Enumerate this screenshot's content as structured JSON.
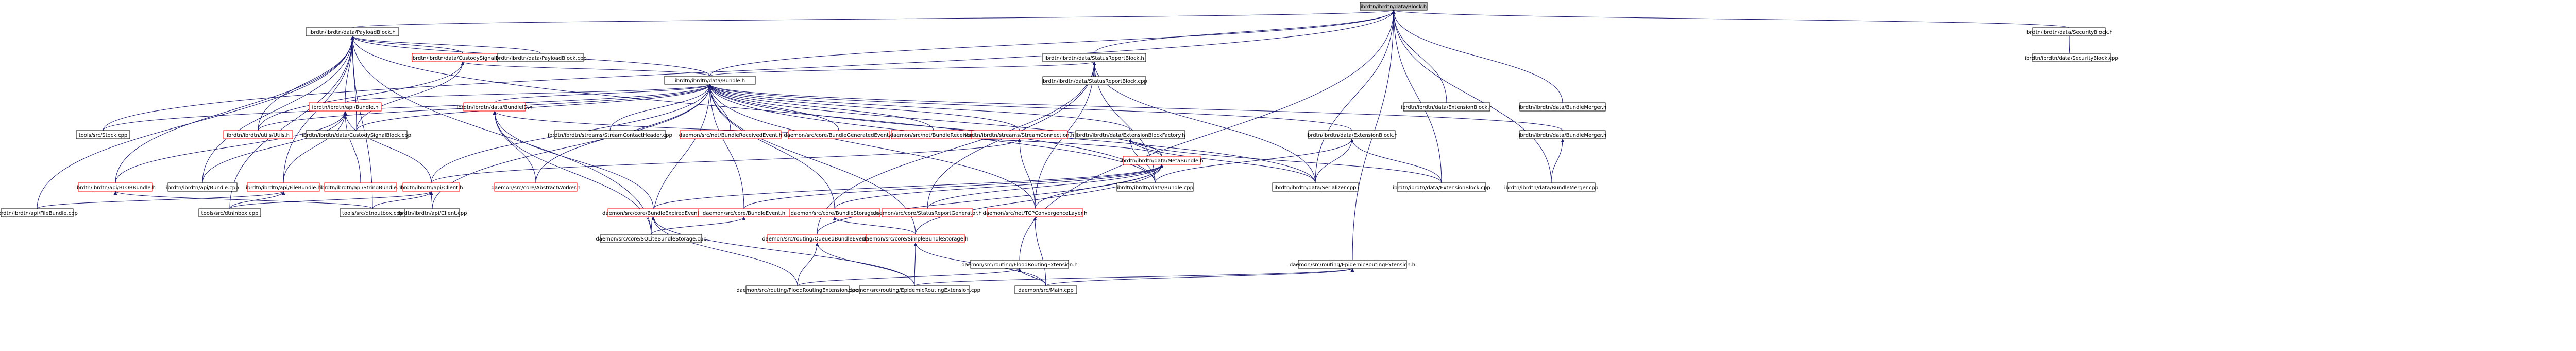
{
  "graph": {
    "title": "ibrdtn/ibrdtn/data/Block.h include dependency graph",
    "colors": {
      "edge": "#191970",
      "root_fill": "#c0c0c0",
      "node_fill": "#ffffff",
      "border": "#000000",
      "incomplete_border": "#ff0000"
    },
    "nodes": [
      {
        "id": "n0",
        "label": "ibrdtn/ibrdtn/data/Block.h",
        "root": true
      },
      {
        "id": "n1",
        "label": "ibrdtn/ibrdtn/data/PayloadBlock.h"
      },
      {
        "id": "n2",
        "label": "ibrdtn/ibrdtn/data/StatusReportBlock.h"
      },
      {
        "id": "n3",
        "label": "ibrdtn/ibrdtn/data/SecurityBlock.h"
      },
      {
        "id": "n4",
        "label": "ibrdtn/ibrdtn/data/SecurityBlock.cpp"
      },
      {
        "id": "n5",
        "label": "ibrdtn/ibrdtn/data/CustodySignalBlock.h",
        "red": true
      },
      {
        "id": "n6",
        "label": "ibrdtn/ibrdtn/data/PayloadBlock.cpp"
      },
      {
        "id": "n7",
        "label": "ibrdtn/ibrdtn/data/StatusReportBlock.cpp"
      },
      {
        "id": "n8",
        "label": "ibrdtn/ibrdtn/data/Bundle.h"
      },
      {
        "id": "n9",
        "label": "ibrdtn/ibrdtn/data/ExtensionBlock.h"
      },
      {
        "id": "n10",
        "label": "ibrdtn/ibrdtn/data/BundleMerger.h"
      },
      {
        "id": "n11",
        "label": "tools/src/Stock.cpp"
      },
      {
        "id": "n12",
        "label": "ibrdtn/ibrdtn/utils/Utils.h",
        "red": true
      },
      {
        "id": "n13",
        "label": "ibrdtn/ibrdtn/data/CustodySignalBlock.cpp"
      },
      {
        "id": "n14",
        "label": "ibrdtn/ibrdtn/api/Bundle.h",
        "red": true
      },
      {
        "id": "n15",
        "label": "ibrdtn/ibrdtn/data/BundleID.h",
        "red": true
      },
      {
        "id": "n16",
        "label": "ibrdtn/ibrdtn/streams/StreamContactHeader.cpp"
      },
      {
        "id": "n17",
        "label": "daemon/src/net/BundleReceivedEvent.h",
        "red": true
      },
      {
        "id": "n18",
        "label": "daemon/src/core/BundleGeneratedEvent.h",
        "red": true
      },
      {
        "id": "n19",
        "label": "daemon/src/net/BundleReceiver.h",
        "red": true
      },
      {
        "id": "n20",
        "label": "ibrdtn/ibrdtn/streams/StreamConnection.h",
        "red": true
      },
      {
        "id": "n21",
        "label": "ibrdtn/ibrdtn/data/ExtensionBlockFactory.h"
      },
      {
        "id": "n22",
        "label": "ibrdtn/ibrdtn/data/ExtensionBlock.h"
      },
      {
        "id": "n23",
        "label": "ibrdtn/ibrdtn/data/BundleMerger.h"
      },
      {
        "id": "n24",
        "label": "ibrdtn/ibrdtn/api/BLOBBundle.h",
        "red": true
      },
      {
        "id": "n25",
        "label": "ibrdtn/ibrdtn/api/Bundle.cpp"
      },
      {
        "id": "n26",
        "label": "ibrdtn/ibrdtn/api/FileBundle.h",
        "red": true
      },
      {
        "id": "n27",
        "label": "ibrdtn/ibrdtn/api/StringBundle.h",
        "red": true
      },
      {
        "id": "n28",
        "label": "ibrdtn/ibrdtn/api/Client.h",
        "red": true
      },
      {
        "id": "n29",
        "label": "daemon/src/core/AbstractWorker.h",
        "red": true
      },
      {
        "id": "n30",
        "label": "ibrdtn/ibrdtn/data/MetaBundle.h",
        "red": true
      },
      {
        "id": "n31",
        "label": "ibrdtn/ibrdtn/data/Bundle.cpp"
      },
      {
        "id": "n32",
        "label": "ibrdtn/ibrdtn/data/Serializer.cpp"
      },
      {
        "id": "n33",
        "label": "ibrdtn/ibrdtn/data/ExtensionBlock.cpp"
      },
      {
        "id": "n34",
        "label": "ibrdtn/ibrdtn/data/BundleMerger.cpp"
      },
      {
        "id": "n35",
        "label": "ibrdtn/ibrdtn/api/FileBundle.cpp"
      },
      {
        "id": "n36",
        "label": "tools/src/dtninbox.cpp"
      },
      {
        "id": "n37",
        "label": "tools/src/dtnoutbox.cpp"
      },
      {
        "id": "n38",
        "label": "ibrdtn/ibrdtn/api/Client.cpp"
      },
      {
        "id": "n39",
        "label": "daemon/src/core/BundleExpiredEvent.h",
        "red": true
      },
      {
        "id": "n40",
        "label": "daemon/src/core/BundleEvent.h",
        "red": true
      },
      {
        "id": "n41",
        "label": "daemon/src/core/BundleStorage.h",
        "red": true
      },
      {
        "id": "n42",
        "label": "daemon/src/core/StatusReportGenerator.h",
        "red": true
      },
      {
        "id": "n43",
        "label": "daemon/src/net/TCPConvergenceLayer.h",
        "red": true
      },
      {
        "id": "n44",
        "label": "daemon/src/core/SQLiteBundleStorage.cpp"
      },
      {
        "id": "n45",
        "label": "daemon/src/routing/QueuedBundleEvent.h",
        "red": true
      },
      {
        "id": "n46",
        "label": "daemon/src/core/SimpleBundleStorage.h",
        "red": true
      },
      {
        "id": "n47",
        "label": "daemon/src/routing/FloodRoutingExtension.h"
      },
      {
        "id": "n48",
        "label": "daemon/src/routing/EpidemicRoutingExtension.h"
      },
      {
        "id": "n49",
        "label": "daemon/src/routing/FloodRoutingExtension.cpp"
      },
      {
        "id": "n50",
        "label": "daemon/src/routing/EpidemicRoutingExtension.cpp"
      },
      {
        "id": "n51",
        "label": "daemon/src/Main.cpp"
      }
    ]
  }
}
